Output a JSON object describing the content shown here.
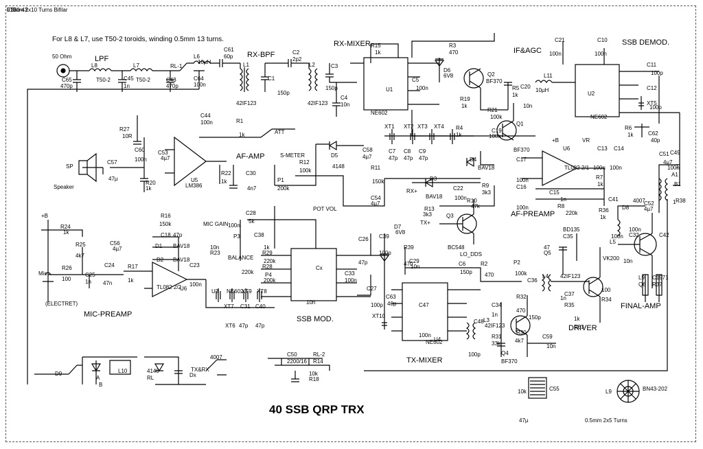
{
  "title": "40 SSB QRP TRX",
  "note": "For L8 & L7, use T50-2 toroids, winding 0.5mm 13 turns.",
  "sections": {
    "lpf": "LPF",
    "rx_bpf": "RX-BPF",
    "rx_mixer": "RX-MIXER",
    "if_agc": "IF&AGC",
    "ssb_demod": "SSB DEMOD.",
    "af_amp": "AF-AMP",
    "s_meter": "S-METER",
    "af_preamp": "AF-PREAMP",
    "mic_preamp": "MIC-PREAMP",
    "ssb_mod": "SSB MOD.",
    "tx_mixer": "TX-MIXER",
    "driver": "DRIVER",
    "final_amp": "FINAL-AMP",
    "pot_vol": "POT VOL",
    "mic_gain": "MIC GAIN",
    "balance": "BALANCE",
    "lo_dds": "LO_DDS",
    "speaker": "Speaker",
    "electret": "(ELECTRET)",
    "ant": "50 Ohm"
  },
  "labels": [
    "L8",
    "T50-2",
    "L7",
    "T50-2",
    "C65",
    "470p",
    "C45",
    "1n",
    "C43",
    "470p",
    "RL-1",
    "L6",
    "10µH",
    "C61",
    "60p",
    "L1",
    "42IF123",
    "C1",
    "150p",
    "C2",
    "2p2",
    "L2",
    "42IF123",
    "C3",
    "150p",
    "C4",
    "10n",
    "C64",
    "100n",
    "R15",
    "1k",
    "U1",
    "NE602",
    "C5",
    "100n",
    "R3",
    "470",
    "D6",
    "6V8",
    "Q2",
    "BF370",
    "R5",
    "1k",
    "R19",
    "1k",
    "R21",
    "100k",
    "XT1",
    "XT2",
    "XT3",
    "XT4",
    "C7",
    "47p",
    "C8",
    "47p",
    "C9",
    "47p",
    "R4",
    "1k",
    "Q1",
    "BF370",
    "C19",
    "100n",
    "C20",
    "10n",
    "L11",
    "10µH",
    "C21",
    "100n",
    "C10",
    "100n",
    "U2",
    "NE602",
    "C11",
    "100p",
    "C12",
    "100p",
    "XT5",
    "C62",
    "40p",
    "R6",
    "1k",
    "C13",
    "100n",
    "C14",
    "100n",
    "C51",
    "4µ7",
    "C49",
    "100n",
    "U6",
    "TL082 2/1",
    "R7",
    "1k",
    "VR",
    "+B",
    "C44",
    "100n",
    "R1",
    "1k",
    "ATT",
    "R27",
    "10R",
    "C60",
    "100n",
    "C53",
    "4µ7",
    "C57",
    "47µ",
    "SP",
    "R20",
    "1k",
    "U5",
    "LM386",
    "R22",
    "1k",
    "C30",
    "4n7",
    "R12",
    "100k",
    "D5",
    "4148",
    "C58",
    "4µ7",
    "P1",
    "200k",
    "R11",
    "150k",
    "C54",
    "4µ7",
    "D4",
    "BAV18",
    "C17",
    "100n",
    "D3",
    "BAV18",
    "R13",
    "3k3",
    "R9",
    "3k3",
    "C22",
    "100n",
    "C16",
    "100n",
    "C15",
    "1n",
    "R8",
    "220k",
    "R10",
    "47k",
    "Q3",
    "BC548",
    "R36",
    "1k",
    "C41",
    "4007",
    "D8",
    "C52",
    "4µ7",
    "TX+",
    "RX+",
    "+B",
    "R24",
    "1k",
    "R25",
    "4k7",
    "C56",
    "4µ7",
    "R16",
    "150k",
    "C18",
    "47p",
    "D1",
    "BAV18",
    "D2",
    "BAV18",
    "Mic",
    "R26",
    "100",
    "C24",
    "47n",
    "C25",
    "1n",
    "R17",
    "1k",
    "U6",
    "TL082 2/2",
    "C23",
    "100n",
    "C28",
    "100n",
    "P3",
    "5k",
    "C38",
    "10n",
    "R23",
    "1k",
    "R29",
    "220k",
    "R28",
    "220k",
    "P4",
    "200k",
    "Cx",
    "10n",
    "U3",
    "NE602",
    "XT9",
    "XT8",
    "XT7",
    "XT6",
    "C31",
    "47p",
    "C40",
    "47p",
    "C26",
    "47p",
    "C39",
    "100p",
    "D7",
    "6V8",
    "R39",
    "470",
    "C33",
    "100n",
    "C27",
    "100p",
    "XT10",
    "C63",
    "40p",
    "C29",
    "10n",
    "C6",
    "150p",
    "R2",
    "470",
    "P2",
    "100k",
    "C47",
    "100n",
    "U4",
    "NE602",
    "C48",
    "100p",
    "L3",
    "42IF123",
    "C34",
    "1n",
    "R31",
    "33k",
    "R30",
    "4k7",
    "Q4",
    "BF370",
    "C59",
    "10n",
    "R32",
    "470",
    "C36",
    "150p",
    "L4",
    "42IF123",
    "C37",
    "1n",
    "R35",
    "1k",
    "R33",
    "100",
    "R34",
    "47",
    "Q5",
    "BD135",
    "C35",
    "100n",
    "C32",
    "100n",
    "L5",
    "VK200",
    "C42",
    "10n",
    "L9",
    "Q6",
    "C1971",
    "R37",
    "1",
    "R38",
    "1",
    "A1",
    "B1",
    "A",
    "B",
    "L10",
    "D9",
    "4148",
    "RL",
    "TX&RX",
    "Dx",
    "4007",
    "C50",
    "2200/16",
    "RL-2",
    "R14",
    "10k",
    "R18",
    "10k",
    "C55",
    "47µ",
    "L9",
    "BN43-202",
    "0.5mm 2x5 Turns",
    "L10",
    "FT50-43",
    "0.5mm 2x10 Turns Bifilar"
  ]
}
